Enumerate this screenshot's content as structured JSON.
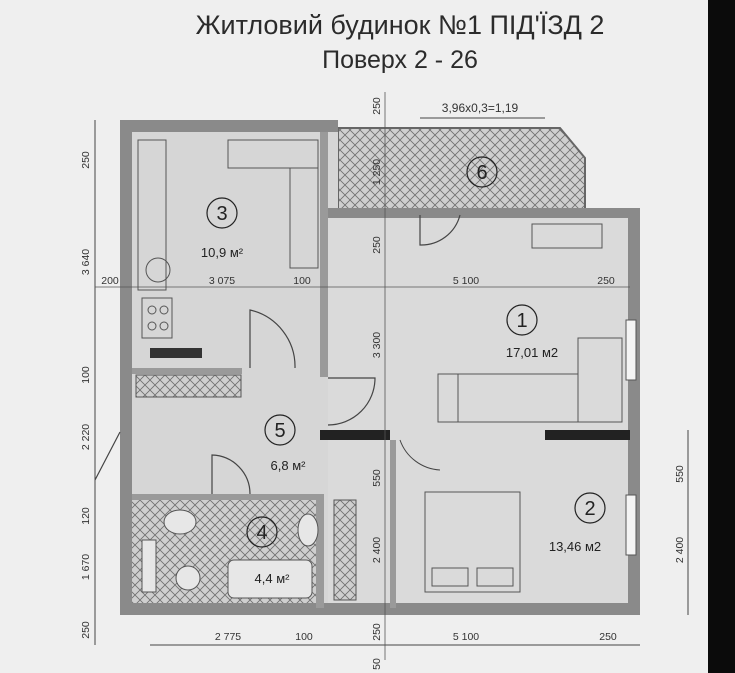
{
  "header": {
    "title": "Житловий будинок №1 ПІД'ЇЗД 2",
    "subtitle": "Поверх 2 - 26"
  },
  "balcony_formula": "3,96x0,3=1,19",
  "rooms": [
    {
      "id": "room-1",
      "number": "1",
      "area": "17,01 м2"
    },
    {
      "id": "room-2",
      "number": "2",
      "area": "13,46 м2"
    },
    {
      "id": "room-3",
      "number": "3",
      "area": "10,9 м²"
    },
    {
      "id": "room-4",
      "number": "4",
      "area": "4,4 м²"
    },
    {
      "id": "room-5",
      "number": "5",
      "area": "6,8 м²"
    },
    {
      "id": "room-6",
      "number": "6",
      "area": ""
    }
  ],
  "dimensions": {
    "left": [
      "250",
      "3 640",
      "100",
      "2 220",
      "120",
      "1 670",
      "250"
    ],
    "top_inner": [
      "200",
      "3 075",
      "100",
      "5 100",
      "250"
    ],
    "center_vertical": [
      "250",
      "1 250",
      "250",
      "3 300",
      "550",
      "2 400",
      "250",
      "50"
    ],
    "right": [
      "550",
      "2 400"
    ],
    "bottom": [
      "2 775",
      "100",
      "5 100",
      "250"
    ]
  },
  "colors": {
    "wall": "#8a8a8a",
    "room_fill": "#d9d9d9",
    "hatch": "#7a7a7a",
    "dark_wall": "#222222"
  }
}
